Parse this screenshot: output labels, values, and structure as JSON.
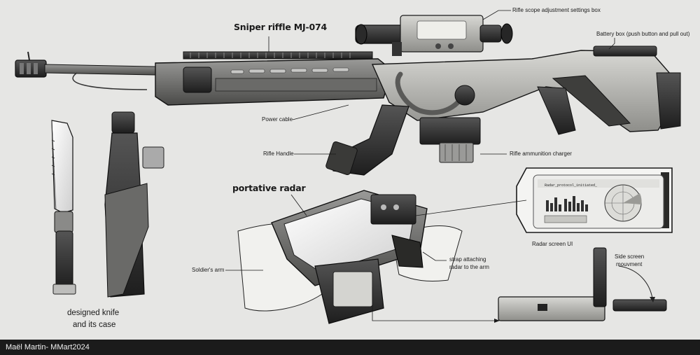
{
  "background": "#e6e6e4",
  "labels": {
    "rifle_name": "Sniper riffle MJ-074",
    "scope_box": "Rifle scope adjustment settings box",
    "battery_box": "Battery box (push button and pull out)",
    "power_cable": "Power cable",
    "rifle_handle": "Rifle Handle",
    "ammo_charger": "Rifle ammunition charger",
    "portative_radar": "portative radar",
    "strap_line1": "strap attaching",
    "strap_line2": "radar to the arm",
    "soldier_arm": "Soldier's arm",
    "radar_screen_ui": "Radar screen UI",
    "side_screen_line1": "Side screen",
    "side_screen_line2": "mouvment",
    "knife_line1": "designed knife",
    "knife_line2": "and its case"
  },
  "radar_screen": {
    "protocol_text": "Radar_protocol_initiated_"
  },
  "footer": {
    "credit": "Maël Martin- MMart2024"
  }
}
